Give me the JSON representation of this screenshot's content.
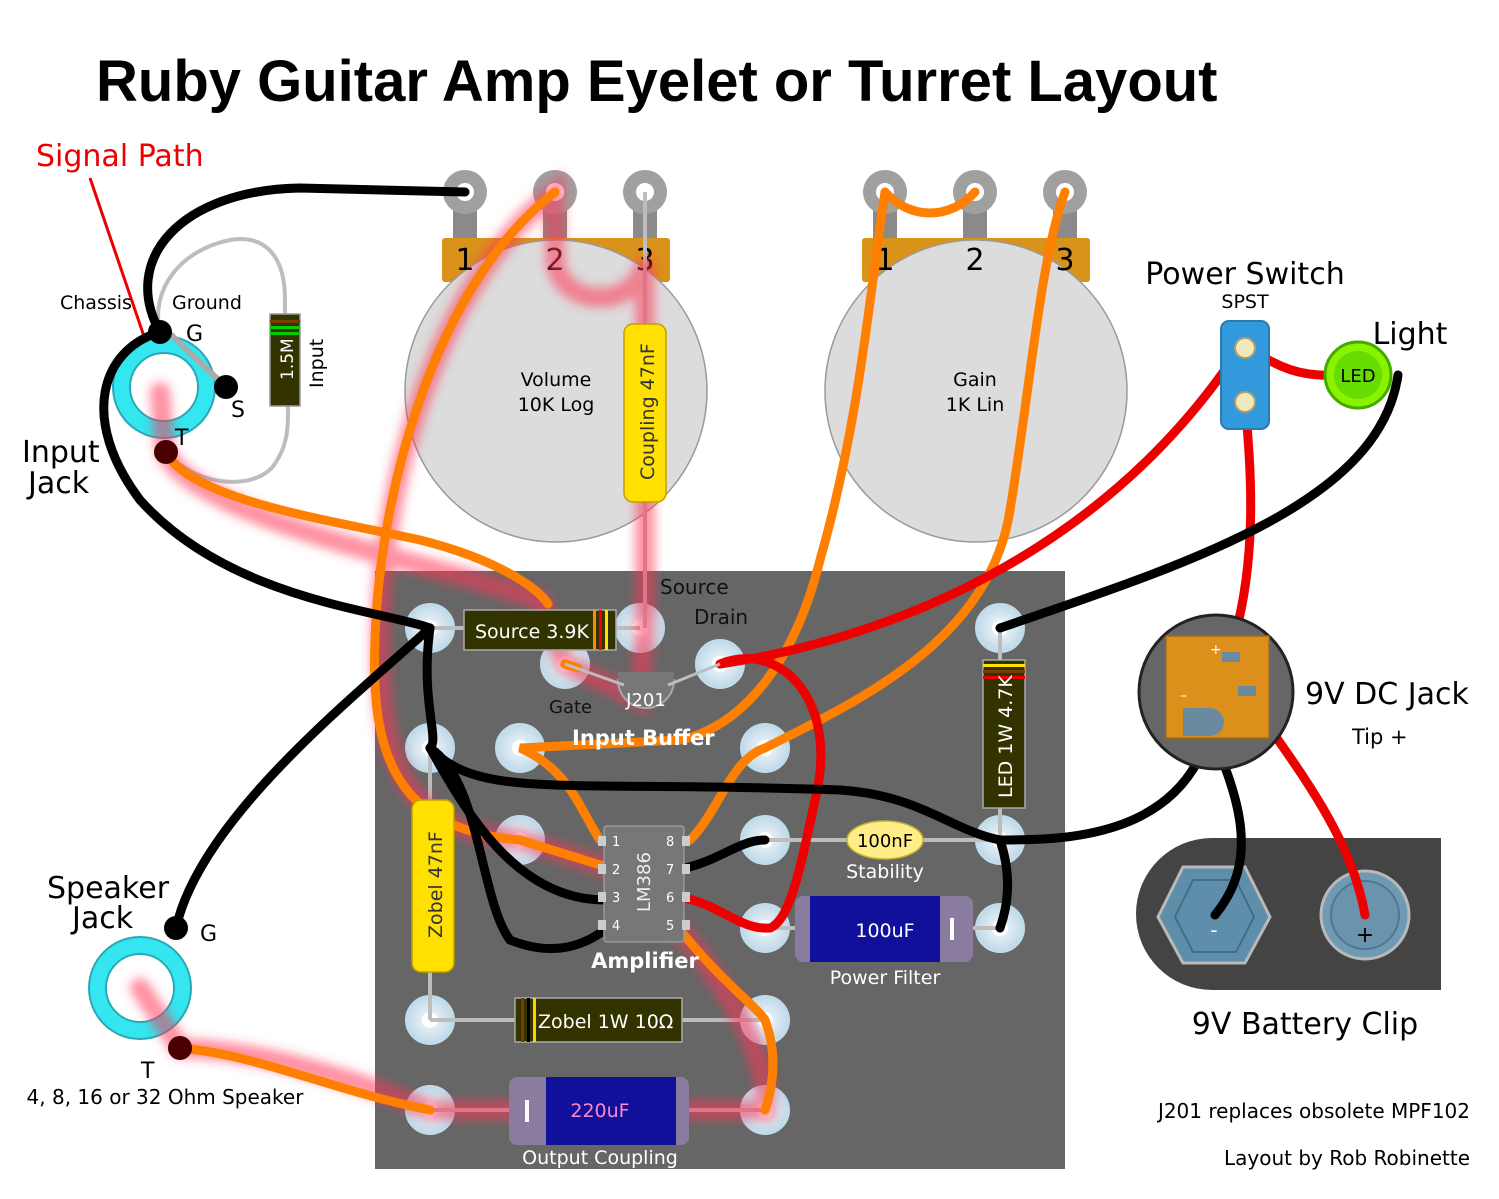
{
  "title": "Ruby Guitar Amp Eyelet or Turret Layout",
  "signal_path_label": "Signal Path",
  "input_jack": {
    "label_line1": "Input",
    "label_line2": "Jack",
    "chassis": "Chassis",
    "ground": "Ground",
    "g": "G",
    "s": "S",
    "t": "T",
    "resistor_value": "1.5M",
    "resistor_label": "Input"
  },
  "volume_pot": {
    "pins": [
      "1",
      "2",
      "3"
    ],
    "name": "Volume",
    "value": "10K Log",
    "capacitor": "Coupling 47nF"
  },
  "gain_pot": {
    "pins": [
      "1",
      "2",
      "3"
    ],
    "name": "Gain",
    "value": "1K Lin"
  },
  "power_switch": {
    "label": "Power Switch",
    "type": "SPST"
  },
  "light": {
    "label": "Light",
    "led": "LED"
  },
  "dc_jack": {
    "label": "9V DC Jack",
    "tip": "Tip +",
    "plus": "+",
    "minus": "–"
  },
  "battery": {
    "label": "9V Battery Clip",
    "minus": "-",
    "plus": "+"
  },
  "board": {
    "source_resistor": "Source 3.9K",
    "source": "Source",
    "drain": "Drain",
    "gate": "Gate",
    "jfet": "J201",
    "input_buffer": "Input Buffer",
    "led_resistor": "LED 1W 4.7K",
    "stability_cap": "100nF",
    "stability": "Stability",
    "chip": "LM386",
    "chip_pins_left": [
      "1",
      "2",
      "3",
      "4"
    ],
    "chip_pins_right": [
      "8",
      "7",
      "6",
      "5"
    ],
    "amplifier": "Amplifier",
    "filter_cap": "100uF",
    "power_filter": "Power Filter",
    "zobel_cap": "Zobel 47nF",
    "zobel_resistor": "Zobel 1W 10Ω",
    "output_cap": "220uF",
    "output_coupling": "Output Coupling"
  },
  "speaker_jack": {
    "label_line1": "Speaker",
    "label_line2": "Jack",
    "g": "G",
    "t": "T",
    "note": "4, 8, 16 or 32 Ohm Speaker"
  },
  "notes": {
    "jfet_note": "J201 replaces obsolete MPF102",
    "credit": "Layout by Rob Robinette"
  },
  "colors": {
    "board": "#666666",
    "pot": "#dcdcdc",
    "pot_tab": "#d9921a",
    "jack_ring": "#33e6f0",
    "wire_orange": "#ff8000",
    "wire_red": "#ee0000",
    "wire_black": "#000000",
    "signal_glow": "#ff3355",
    "cap_yellow": "#ffe000",
    "cap_blue": "#10109a",
    "led_green": "#66ee00",
    "dc_jack_body": "#dd8f1c",
    "battery_body": "#444444",
    "title_red": "#ee0000"
  }
}
